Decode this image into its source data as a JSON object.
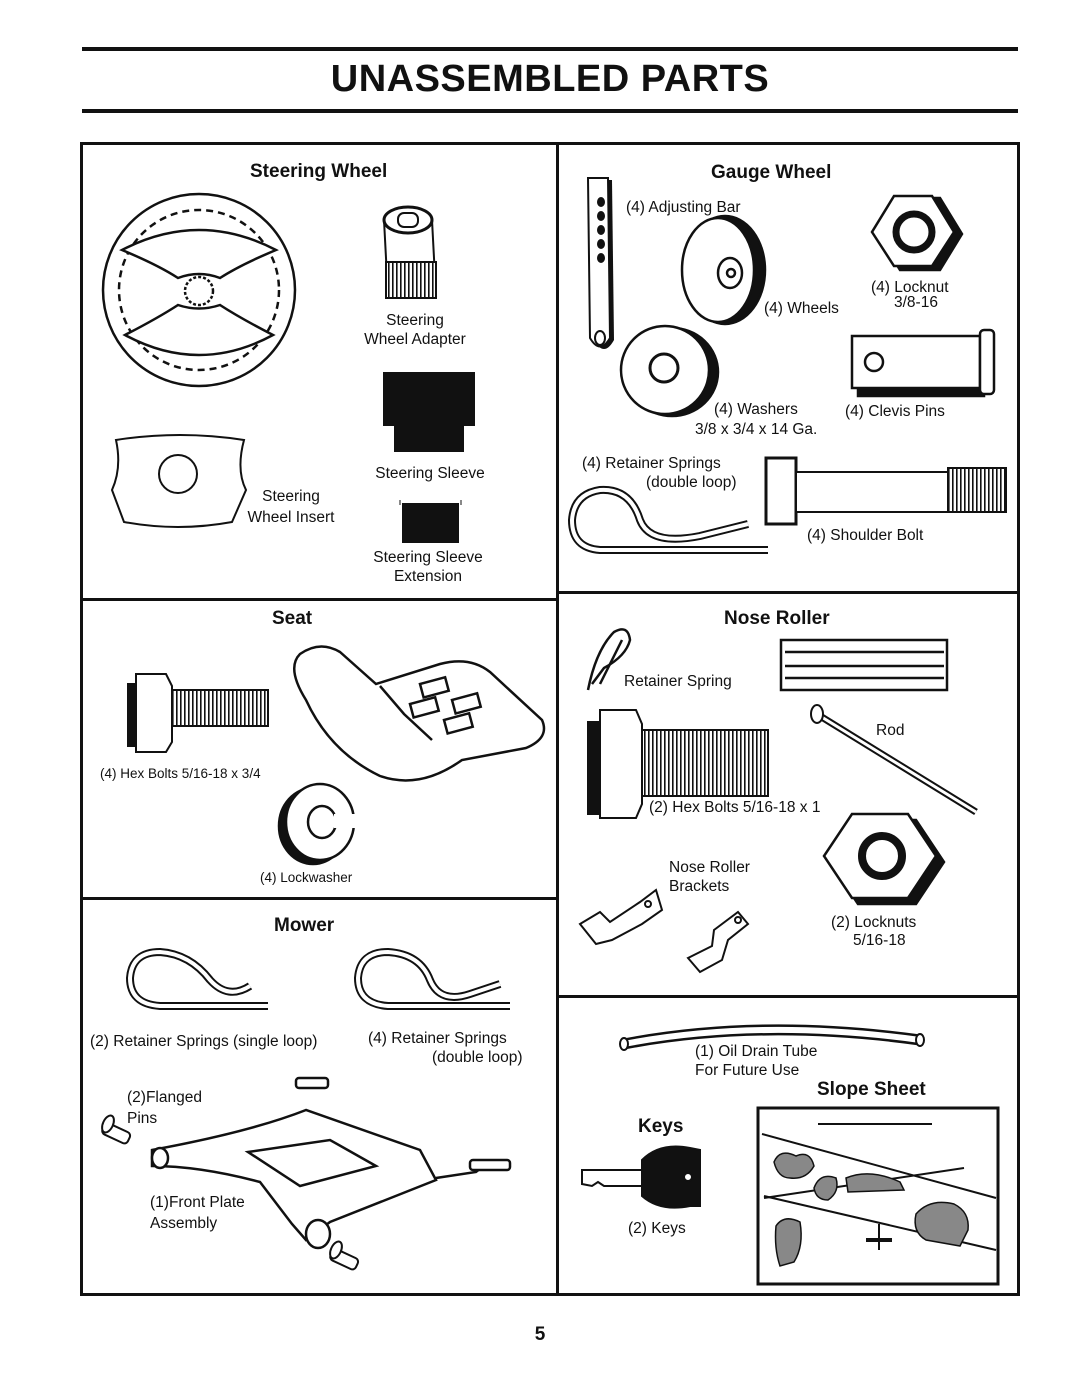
{
  "title": "UNASSEMBLED PARTS",
  "page_number": "5",
  "sections": {
    "steering_wheel": {
      "heading": "Steering Wheel",
      "adapter": "Steering\nWheel Adapter",
      "insert": "Steering\nWheel Insert",
      "sleeve": "Steering Sleeve",
      "sleeve_ext": "Steering Sleeve\nExtension"
    },
    "gauge_wheel": {
      "heading": "Gauge Wheel",
      "adjusting_bar": "(4) Adjusting Bar",
      "locknut": "(4) Locknut",
      "locknut_size": "3/8-16",
      "wheels": "(4) Wheels",
      "washers": "(4) Washers",
      "washers_size": "3/8 x 3/4 x 14 Ga.",
      "clevis_pins": "(4) Clevis Pins",
      "retainer_springs": "(4)  Retainer Springs",
      "retainer_springs_type": "(double loop)",
      "shoulder_bolt": "(4) Shoulder Bolt"
    },
    "seat": {
      "heading": "Seat",
      "hex_bolts": "(4) Hex Bolts  5/16-18 x 3/4",
      "lockwasher": "(4) Lockwasher"
    },
    "nose_roller": {
      "heading": "Nose Roller",
      "retainer_spring": "Retainer Spring",
      "rod": "Rod",
      "hex_bolts": "(2) Hex Bolts  5/16-18 x 1",
      "brackets": "Nose Roller\nBrackets",
      "locknuts": "(2) Locknuts",
      "locknuts_size": "5/16-18"
    },
    "mower": {
      "heading": "Mower",
      "springs_single": "(2)  Retainer Springs (single loop)",
      "springs_double": "(4)  Retainer Springs",
      "springs_double_type": "(double loop)",
      "flanged_pins": "(2)Flanged\nPins",
      "front_plate": "(1)Front Plate\nAssembly"
    },
    "misc": {
      "oil_drain": "(1) Oil Drain Tube\nFor Future Use",
      "slope_heading": "Slope Sheet",
      "keys_heading": "Keys",
      "keys": "(2) Keys"
    }
  }
}
